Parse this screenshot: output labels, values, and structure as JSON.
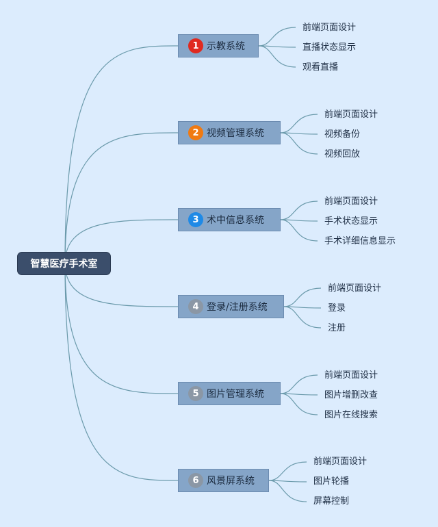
{
  "colors": {
    "background": "#dcecfd",
    "root_fill": "#3b4e6b",
    "branch_fill": "#85a5c8",
    "connector": "#6b9aab",
    "badge_red": "#e02a1f",
    "badge_orange": "#f07a12",
    "badge_blue": "#1f8ae6",
    "badge_gray": "#8b97a5"
  },
  "root": {
    "label": "智慧医疗手术室"
  },
  "branches": [
    {
      "number": "1",
      "badge_color": "#e02a1f",
      "label": "示教系统",
      "children": [
        "前端页面设计",
        "直播状态显示",
        "观看直播"
      ]
    },
    {
      "number": "2",
      "badge_color": "#f07a12",
      "label": "视频管理系统",
      "children": [
        "前端页面设计",
        "视频备份",
        "视频回放"
      ]
    },
    {
      "number": "3",
      "badge_color": "#1f8ae6",
      "label": "术中信息系统",
      "children": [
        "前端页面设计",
        "手术状态显示",
        "手术详细信息显示"
      ]
    },
    {
      "number": "4",
      "badge_color": "#8b97a5",
      "label": "登录/注册系统",
      "children": [
        "前端页面设计",
        "登录",
        "注册"
      ]
    },
    {
      "number": "5",
      "badge_color": "#8b97a5",
      "label": "图片管理系统",
      "children": [
        "前端页面设计",
        "图片增删改查",
        "图片在线搜索"
      ]
    },
    {
      "number": "6",
      "badge_color": "#8b97a5",
      "label": "风景屏系统",
      "children": [
        "前端页面设计",
        "图片轮播",
        "屏幕控制"
      ]
    }
  ]
}
